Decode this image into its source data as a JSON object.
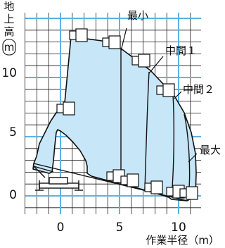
{
  "y_axis": {
    "title_chars": [
      "地",
      "上",
      "高"
    ],
    "unit": "m",
    "ticks": [
      "0",
      "5",
      "10"
    ]
  },
  "x_axis": {
    "title": "作業半径（m）",
    "ticks": [
      "0",
      "5",
      "10"
    ]
  },
  "callouts": {
    "min": "最小",
    "mid1": "中間１",
    "mid2": "中間２",
    "max": "最大"
  },
  "colors": {
    "envelope_fill": "#c7e6f7",
    "major_grid": "#5ab4e6",
    "grid": "#1a1a1a"
  }
}
